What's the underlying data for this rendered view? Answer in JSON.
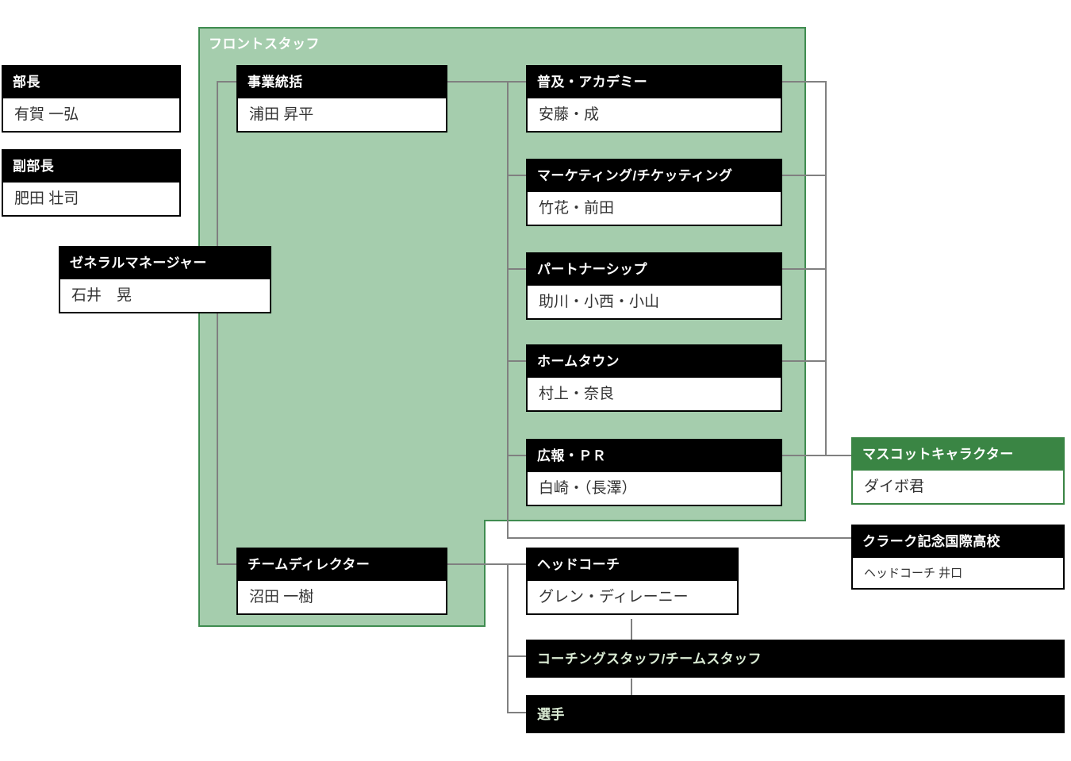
{
  "panel": {
    "label": "フロントスタッフ"
  },
  "colors": {
    "panel_bg": "#a5cdad",
    "panel_border": "#3f8c50",
    "header_bg": "#000000",
    "header_text": "#ffffff",
    "mascot_accent": "#3a8544",
    "mint_text": "#d9ead3",
    "connector": "#808080"
  },
  "boxes": {
    "bucho": {
      "title": "部長",
      "name": "有賀 一弘"
    },
    "fuku_bucho": {
      "title": "副部長",
      "name": "肥田 壮司"
    },
    "gm": {
      "title": "ゼネラルマネージャー",
      "name": "石井　晃"
    },
    "jigyo": {
      "title": "事業統括",
      "name": "浦田 昇平"
    },
    "fukyu": {
      "title": "普及・アカデミー",
      "name": "安藤・成"
    },
    "marketing": {
      "title": "マーケティング/チケッティング",
      "name": "竹花・前田"
    },
    "partnership": {
      "title": "パートナーシップ",
      "name": "助川・小西・小山"
    },
    "hometown": {
      "title": "ホームタウン",
      "name": "村上・奈良"
    },
    "koho": {
      "title": "広報・ＰＲ",
      "name": "白崎・（長澤）"
    },
    "mascot": {
      "title": "マスコットキャラクター",
      "name": "ダイボ君"
    },
    "clark": {
      "title": "クラーク記念国際高校",
      "name": "ヘッドコーチ 井口"
    },
    "team_director": {
      "title": "チームディレクター",
      "name": "沼田 一樹"
    },
    "head_coach": {
      "title": "ヘッドコーチ",
      "name": "グレン・ディレーニー"
    },
    "coaching_staff": {
      "title": "コーチングスタッフ/チームスタッフ",
      "name": ""
    },
    "players": {
      "title": "選手",
      "name": ""
    }
  }
}
